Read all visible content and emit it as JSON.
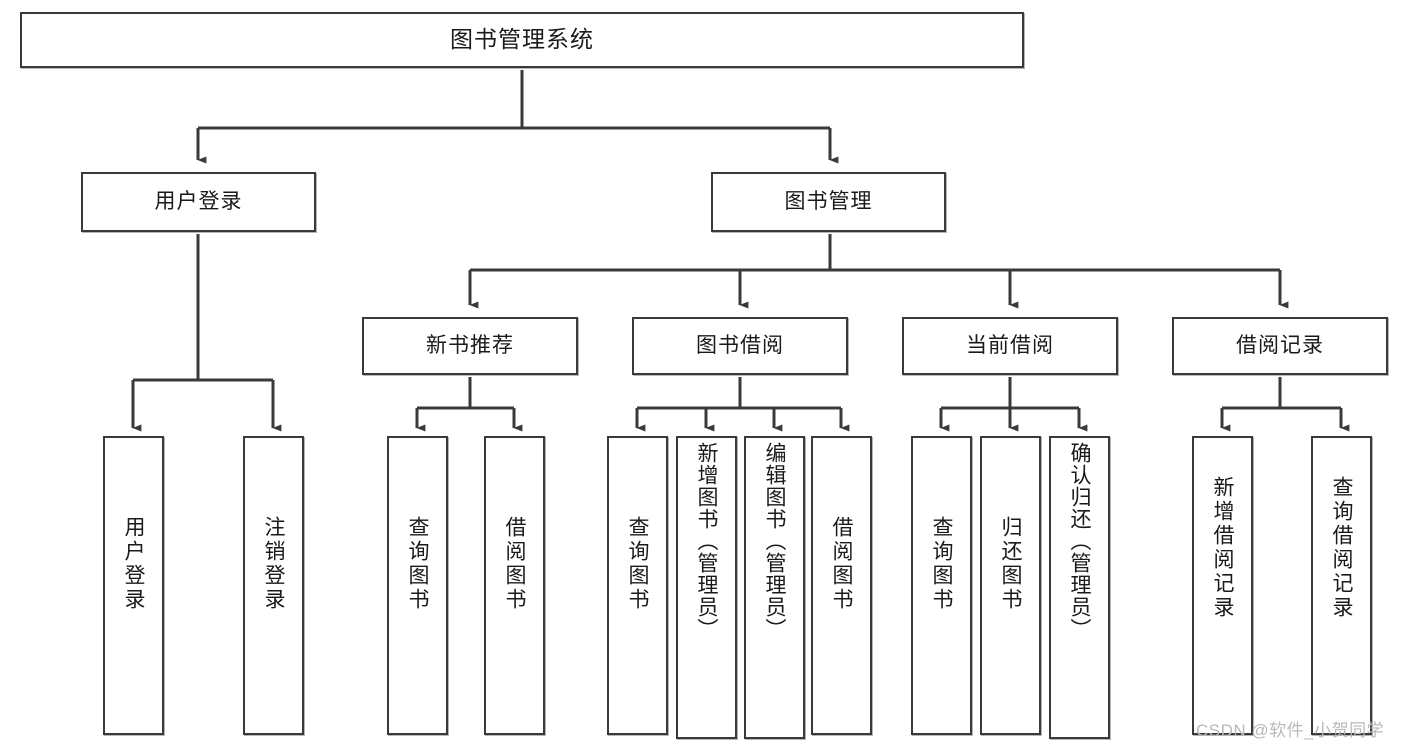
{
  "diagram": {
    "title": "图书管理系统",
    "type": "tree-hierarchy-chart",
    "watermark": "CSDN @软件_小贺同学",
    "colors": {
      "box_border": "#3a3a3a",
      "box_fill": "#ffffff",
      "connector": "#3a3a3a",
      "text": "#1a1a1a",
      "watermark": "#b9b9b9",
      "background": "#ffffff"
    },
    "levels": {
      "level1": [
        "图书管理系统"
      ],
      "level2": [
        "用户登录",
        "图书管理"
      ],
      "level3": [
        "新书推荐",
        "图书借阅",
        "当前借阅",
        "借阅记录"
      ],
      "level4": [
        "用户登录",
        "注销登录",
        "查询图书",
        "借阅图书",
        "查询图书",
        "新增图书（管理员）",
        "编辑图书（管理员）",
        "借阅图书",
        "查询图书",
        "归还图书",
        "确认归还（管理员）",
        "新增借阅记录",
        "查询借阅记录"
      ]
    }
  },
  "nodes": {
    "root": {
      "label": "图书管理系统"
    },
    "user_login": {
      "label": "用户登录"
    },
    "book_manage": {
      "label": "图书管理"
    },
    "new_book_rec": {
      "label": "新书推荐"
    },
    "book_borrow": {
      "label": "图书借阅"
    },
    "current_borrow": {
      "label": "当前借阅"
    },
    "borrow_record": {
      "label": "借阅记录"
    },
    "leaf_user_login": {
      "label": "用户登录"
    },
    "leaf_logout": {
      "label": "注销登录"
    },
    "leaf_query_book_1": {
      "label": "查询图书"
    },
    "leaf_borrow_book_1": {
      "label": "借阅图书"
    },
    "leaf_query_book_2": {
      "label": "查询图书"
    },
    "leaf_add_book": {
      "label": "新增图书（管理员）"
    },
    "leaf_edit_book": {
      "label": "编辑图书（管理员）"
    },
    "leaf_borrow_book_2": {
      "label": "借阅图书"
    },
    "leaf_query_book_3": {
      "label": "查询图书"
    },
    "leaf_return_book": {
      "label": "归还图书"
    },
    "leaf_confirm_return": {
      "label": "确认归还（管理员）"
    },
    "leaf_add_record": {
      "label": "新增借阅记录"
    },
    "leaf_query_record": {
      "label": "查询借阅记录"
    }
  }
}
